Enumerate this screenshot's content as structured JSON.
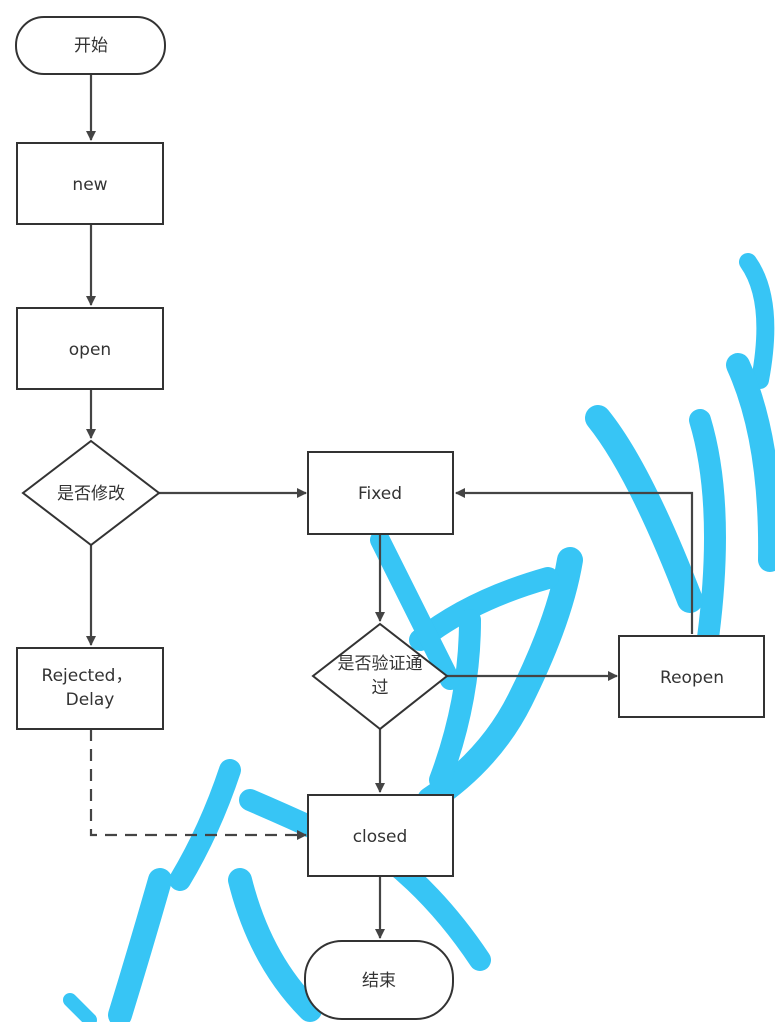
{
  "nodes": {
    "start": "开始",
    "new": "new",
    "open": "open",
    "modified_q": "是否修改",
    "fixed": "Fixed",
    "rejected_line1": "Rejected，",
    "rejected_line2": "Delay",
    "verified_q_line1": "是否验证通",
    "verified_q_line2": "过",
    "reopen": "Reopen",
    "closed": "closed",
    "end": "结束"
  },
  "colors": {
    "stroke": "#333333",
    "watermark": "#37c5f5"
  }
}
